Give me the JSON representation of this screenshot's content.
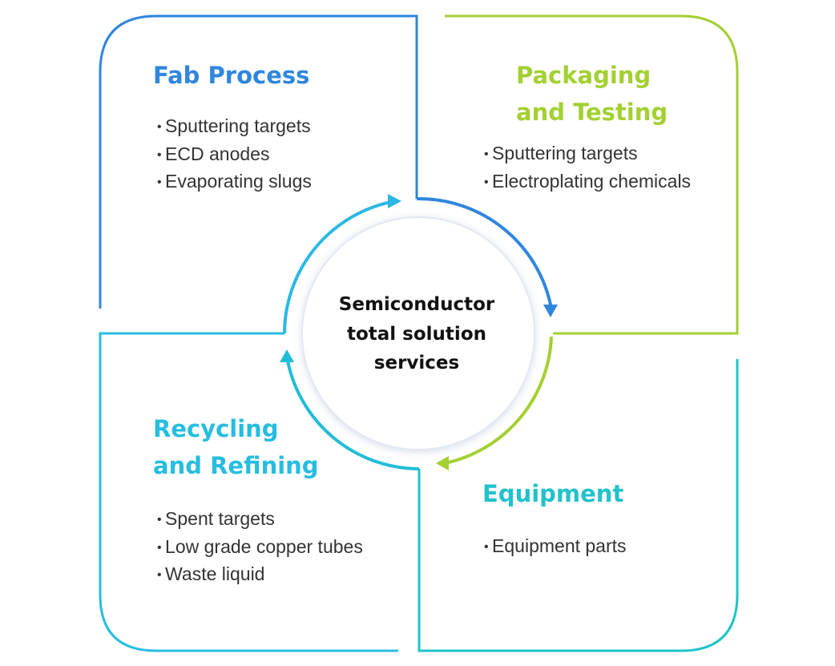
{
  "center": {
    "label_lines": [
      "Semiconductor",
      "total solution",
      "services"
    ]
  },
  "quadrants": {
    "fab": {
      "title_lines": [
        "Fab Process"
      ],
      "items": [
        "Sputtering targets",
        "ECD anodes",
        "Evaporating slugs"
      ]
    },
    "packaging": {
      "title_lines": [
        "Packaging",
        "and Testing"
      ],
      "items": [
        "Sputtering targets",
        "Electroplating chemicals"
      ]
    },
    "recycling": {
      "title_lines": [
        "Recycling",
        "and Refining"
      ],
      "items": [
        "Spent targets",
        "Low grade copper tubes",
        "Waste liquid"
      ]
    },
    "equipment": {
      "title_lines": [
        "Equipment"
      ],
      "items": [
        "Equipment parts"
      ]
    }
  },
  "colors": {
    "fab": "#2f86de",
    "packaging": "#a3d033",
    "recycling": "#26bde0",
    "equipment": "#22c2cc",
    "center_text": "#111111",
    "item_text": "#333333"
  }
}
